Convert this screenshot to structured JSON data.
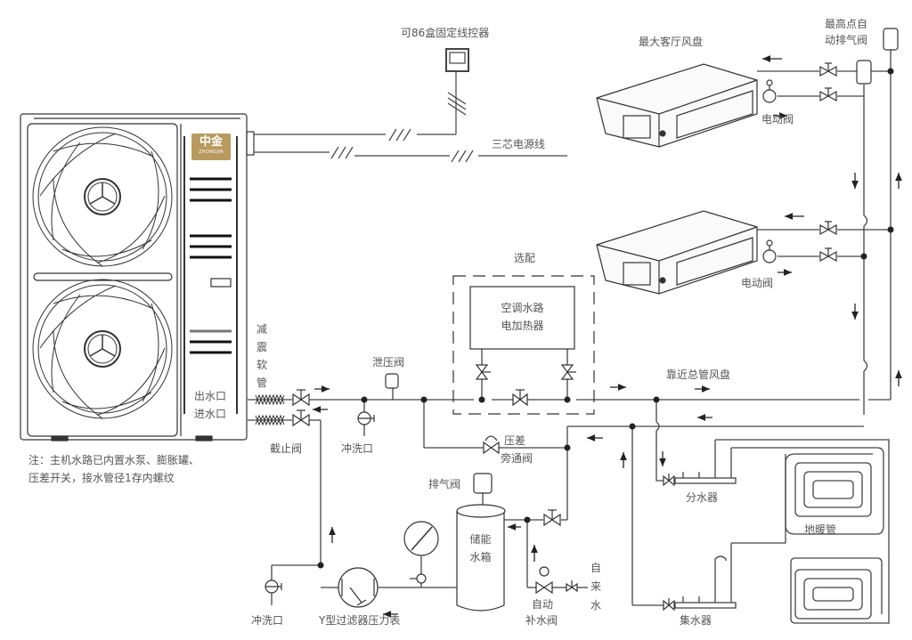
{
  "diagram": {
    "title": "空气源热泵水系统安装示意图",
    "colors": {
      "line": "#444444",
      "logo_bg": "#b89a5e",
      "text": "#555555"
    },
    "unit": {
      "logo_cn": "中金",
      "logo_en": "ZHONGJIN",
      "outlet_label": "出水口",
      "inlet_label": "进水口",
      "hose_label": "减震软管",
      "note_line1": "注：主机水路已内置水泵、膨胀罐、",
      "note_line2": "压差开关，接水管径1存内螺纹"
    },
    "controller_label": "可86盒固定线控器",
    "power_cable_label": "三芯电源线",
    "fan_coil_top_label": "最大客厅风盘",
    "auto_vent_label_line1": "最高点自",
    "auto_vent_label_line2": "动排气阀",
    "motor_valve_label": "电动阀",
    "motor_valve_label_2": "电动阀",
    "optional_label": "选配",
    "heater_label_line1": "空调水路",
    "heater_label_line2": "电加热器",
    "near_fan_coil_label": "靠近总管风盘",
    "relief_valve_label": "泄压阀",
    "stop_valve_label": "截止阀",
    "flush_port_label": "冲洗口",
    "flush_port_label_2": "冲洗口",
    "bypass_label_line1": "压差",
    "bypass_label_line2": "旁通阀",
    "vent_valve_label": "排气阀",
    "tank_label_line1": "储能",
    "tank_label_line2": "水箱",
    "filter_gauge_label": "Y型过滤器压力表",
    "makeup_label_line1": "自动",
    "makeup_label_line2": "补水阀",
    "tap_water_label": "自来水",
    "distributor_label": "分水器",
    "collector_label": "集水器",
    "floor_heating_label": "地暖管"
  }
}
